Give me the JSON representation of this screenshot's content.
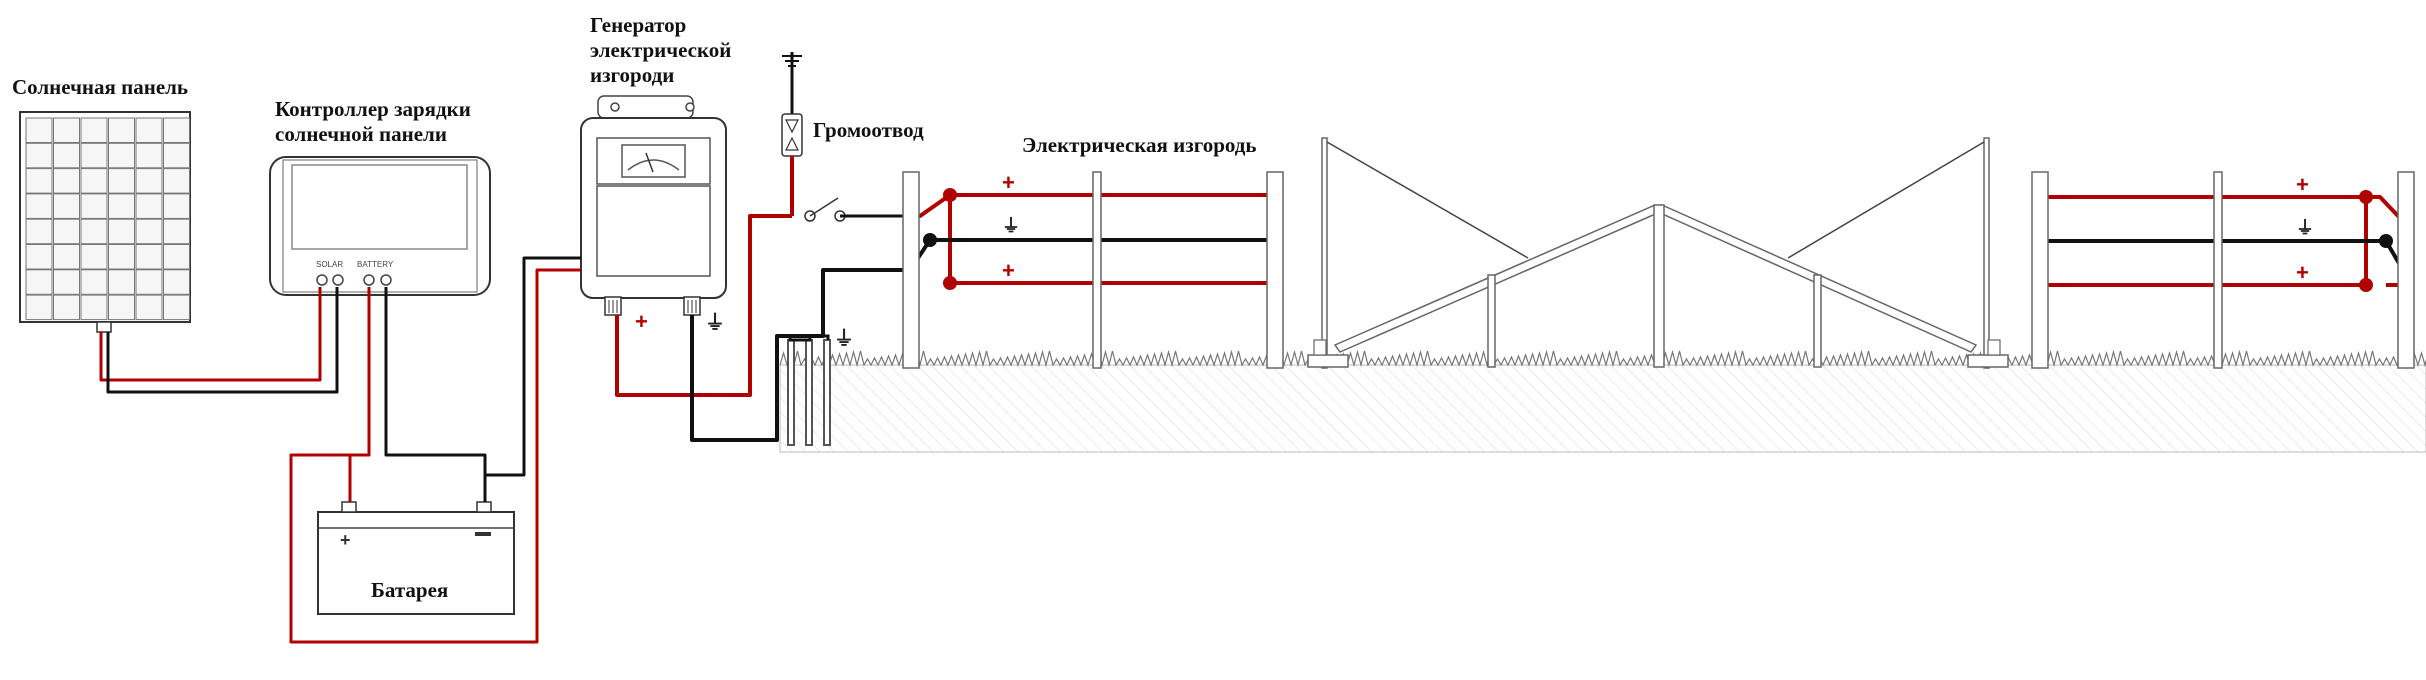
{
  "labels": {
    "solar_panel": "Солнечная панель",
    "controller_line1": "Контроллер зарядки",
    "controller_line2": "солнечной панели",
    "generator_line1": "Генератор",
    "generator_line2": "электрической",
    "generator_line3": "изгороди",
    "lightning_rod": "Громоотвод",
    "fence": "Электрическая изгородь",
    "battery": "Батарея"
  },
  "controller_ports": {
    "solar": "SOLAR",
    "battery": "BATTERY"
  },
  "symbols": {
    "plus": "+",
    "minus": "−",
    "ground": "⏚"
  },
  "colors": {
    "positive_wire": "#b00000",
    "negative_wire": "#111111",
    "structure": "#666666",
    "ground_fill": "#f3f3f3"
  }
}
